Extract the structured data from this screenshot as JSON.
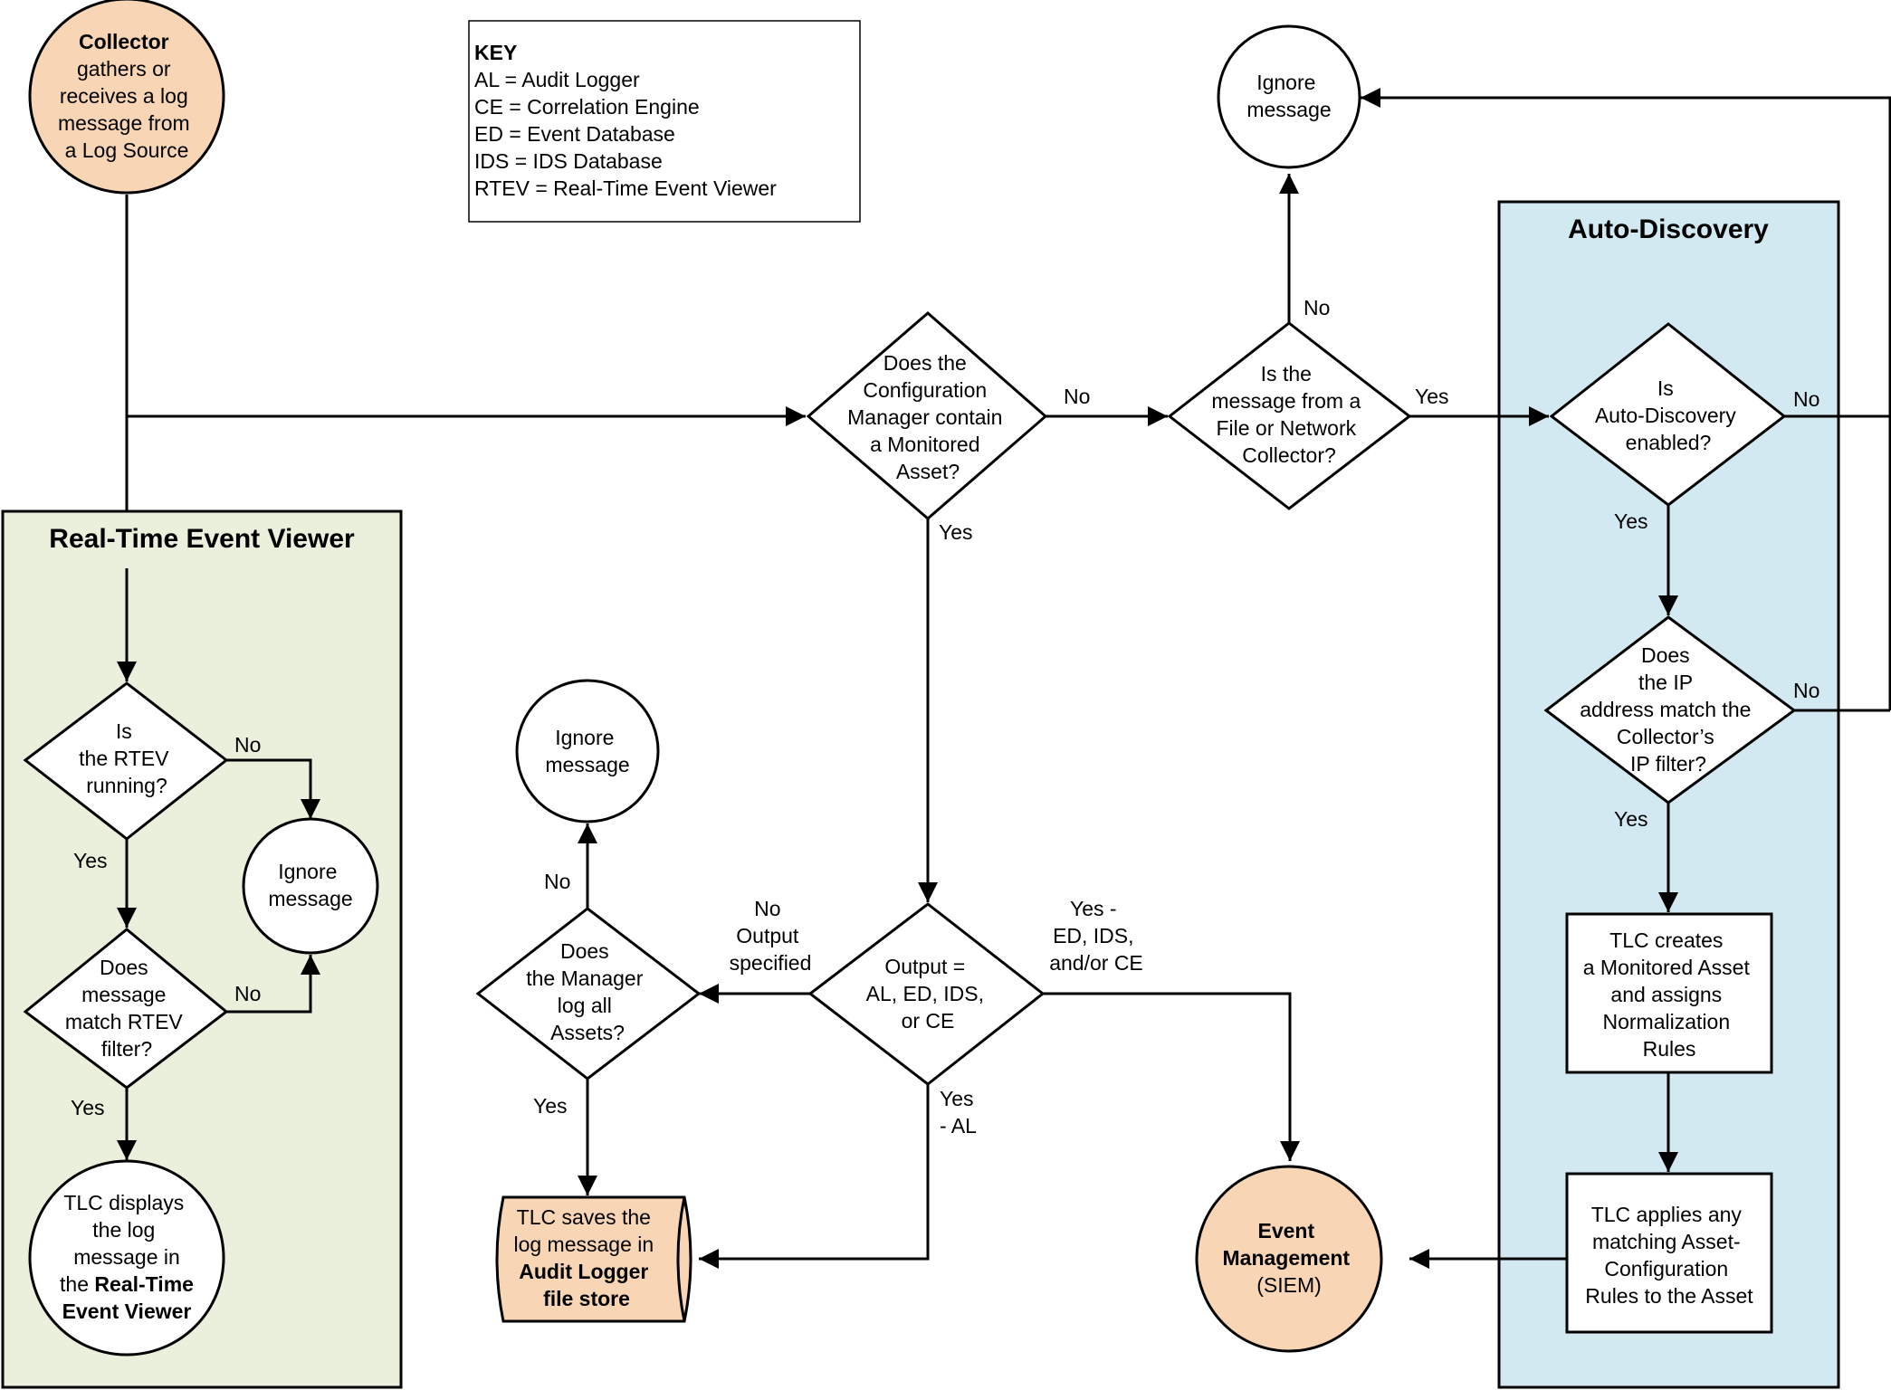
{
  "colors": {
    "peach": "#f8d5b5",
    "rtev_panel": "#eaf0dc",
    "auto_panel": "#d3e9f1",
    "white": "#ffffff",
    "line": "#000000"
  },
  "key": {
    "title": "KEY",
    "items": [
      "AL = Audit Logger",
      "CE = Correlation Engine",
      "ED = Event Database",
      "IDS = IDS Database",
      "RTEV = Real-Time Event Viewer"
    ]
  },
  "panels": {
    "rtev_title": "Real-Time Event Viewer",
    "auto_title": "Auto-Discovery"
  },
  "nodes": {
    "collector": [
      "Collector",
      "gathers or",
      "receives a log",
      "message from",
      "a Log Source"
    ],
    "config_mgr": [
      "Does the",
      "Configuration",
      "Manager contain",
      "a Monitored",
      "Asset?"
    ],
    "file_net": [
      "Is the",
      "message from a",
      "File or Network",
      "Collector?"
    ],
    "ignore_top": [
      "Ignore",
      "message"
    ],
    "ad_enabled": [
      "Is",
      "Auto-Discovery",
      "enabled?"
    ],
    "ip_match": [
      "Does",
      "the IP",
      "address match the",
      "Collector’s",
      "IP filter?"
    ],
    "tlc_creates": [
      "TLC creates",
      "a Monitored Asset",
      "and assigns",
      "Normalization",
      "Rules"
    ],
    "tlc_applies": [
      "TLC applies any",
      "matching Asset-",
      "Configuration",
      "Rules to the Asset"
    ],
    "event_mgmt": [
      "Event",
      "Management",
      "(SIEM)"
    ],
    "rtev_running": [
      "Is",
      "the RTEV",
      "running?"
    ],
    "ignore_rtev": [
      "Ignore",
      "message"
    ],
    "rtev_filter": [
      "Does",
      "message",
      "match RTEV",
      "filter?"
    ],
    "tlc_displays": [
      "TLC displays",
      "the log",
      "message in",
      "the",
      "Real-Time",
      "Event Viewer"
    ],
    "output": [
      "Output =",
      "AL, ED, IDS,",
      "or CE"
    ],
    "mgr_log_all": [
      "Does",
      "the Manager",
      "log all",
      "Assets?"
    ],
    "ignore_mid": [
      "Ignore",
      "message"
    ],
    "tlc_saves": [
      "TLC saves the",
      "log message in",
      "Audit Logger",
      "file store"
    ]
  },
  "edge_labels": {
    "cm_no": "No",
    "fn_yes": "Yes",
    "fn_no": "No",
    "ad_no": "No",
    "ad_yes": "Yes",
    "ip_no": "No",
    "ip_yes": "Yes",
    "cm_yes": "Yes",
    "rt_no": "No",
    "rt_yes": "Yes",
    "rf_no": "No",
    "rf_yes": "Yes",
    "out_no": [
      "No",
      "Output",
      "specified"
    ],
    "out_yes_ed": [
      "Yes -",
      "ED, IDS,",
      "and/or CE"
    ],
    "out_yes_al": [
      "Yes",
      "- AL"
    ],
    "mla_no": "No",
    "mla_yes": "Yes"
  }
}
